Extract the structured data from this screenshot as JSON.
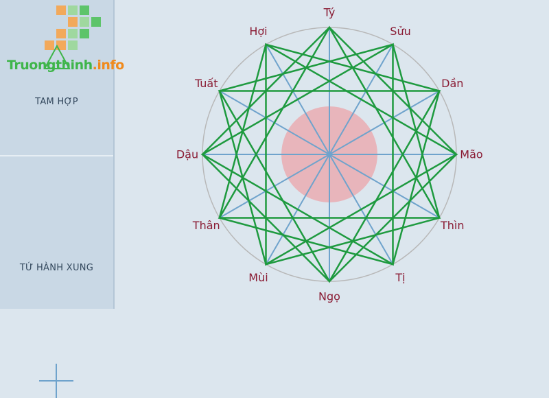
{
  "sidebar": {
    "logo": {
      "part1": "Truongthinh",
      "part2": ".info"
    },
    "items": [
      {
        "label": "TAM HỢP",
        "icon": "triangle-icon"
      },
      {
        "label": "TỨ HÀNH XUNG",
        "icon": "plus-icon"
      }
    ]
  },
  "diagram": {
    "branches": [
      "Tý",
      "Sửu",
      "Dần",
      "Mão",
      "Thìn",
      "Tị",
      "Ngọ",
      "Mùi",
      "Thân",
      "Dậu",
      "Tuất",
      "Hợi"
    ],
    "colors": {
      "circle": "#b8b8b8",
      "center": "#e8b5bb",
      "spokes": "#6fa3cc",
      "triangles": "#1e9a3f",
      "squares": "#1e9a3f",
      "label": "#8a1c34"
    }
  }
}
